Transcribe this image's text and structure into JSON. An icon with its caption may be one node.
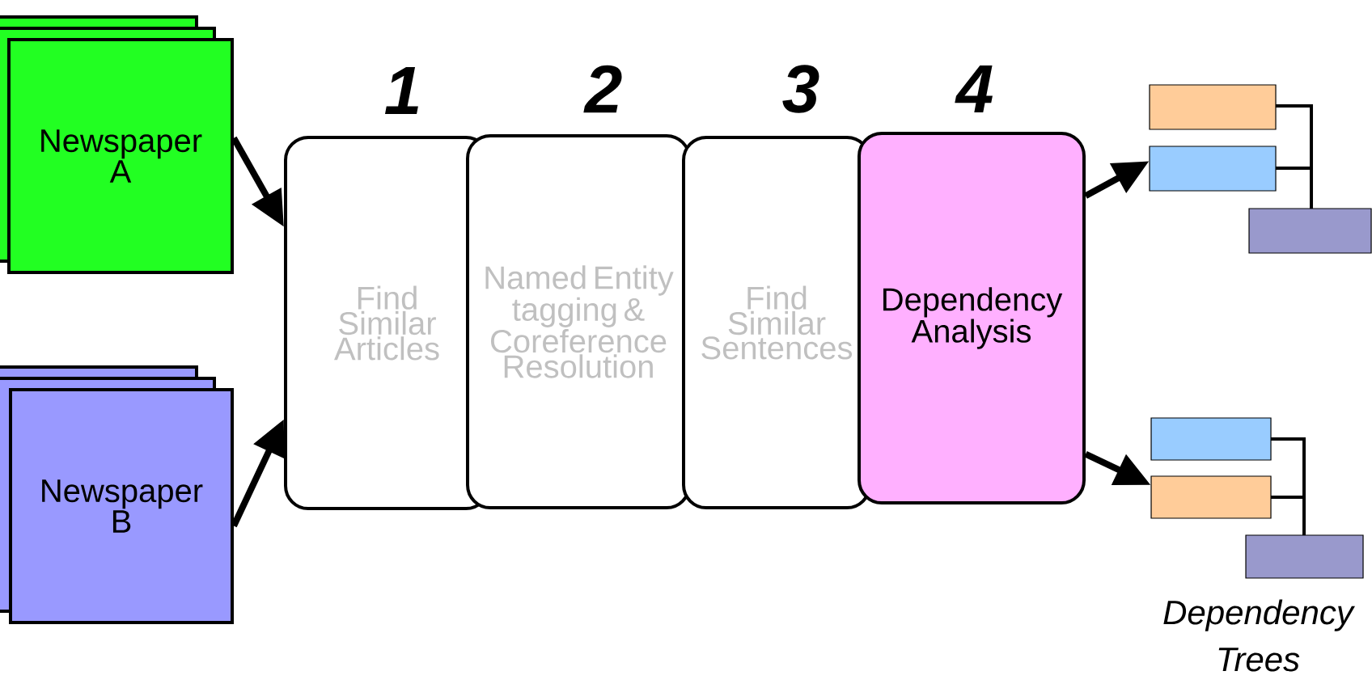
{
  "diagram": {
    "nodes": [
      {
        "text": [
          "Newspaper A"
        ]
      },
      {
        "text": [
          "Newspaper B"
        ]
      },
      {
        "text": [
          "Find Similar Articles"
        ],
        "beside": [
          "1"
        ]
      },
      {
        "text": [
          "Named Entity tagging & Coreference Resolution"
        ],
        "beside": [
          "2"
        ]
      },
      {
        "text": [
          "Find Similar Sentences"
        ],
        "beside": [
          "3"
        ]
      },
      {
        "text": [
          "Dependency Analysis"
        ],
        "beside": [
          "4"
        ]
      },
      {
        "text": [],
        "shape": "picture"
      },
      {
        "text": [],
        "shape": "picture"
      }
    ],
    "edges": [
      {
        "from": 0,
        "to": 2,
        "arrow": "to"
      },
      {
        "from": 1,
        "to": 2,
        "arrow": "to"
      },
      {
        "from": 5,
        "to": 6,
        "arrow": "to"
      },
      {
        "from": 5,
        "to": 7,
        "arrow": "to"
      }
    ],
    "labels": [
      "Dependency Trees"
    ]
  }
}
